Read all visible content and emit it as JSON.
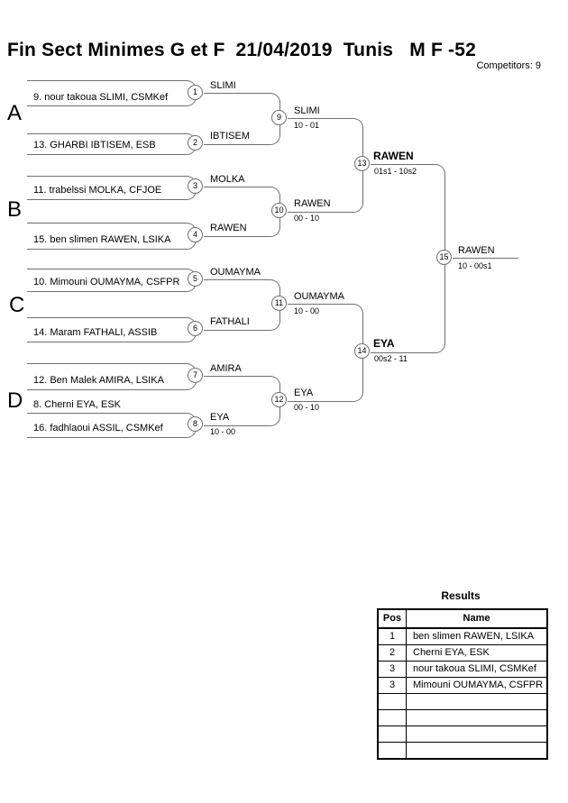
{
  "header": {
    "title": "Fin Sect Minimes G et F  21/04/2019  Tunis   M F -52",
    "competitors_label": "Competitors: 9"
  },
  "bracket": {
    "groups": [
      {
        "label": "A"
      },
      {
        "label": "B"
      },
      {
        "label": "C"
      },
      {
        "label": "D"
      }
    ],
    "round1": [
      {
        "match": "1",
        "name": "9. nour takoua SLIMI, CSMKef",
        "winner": "SLIMI"
      },
      {
        "match": "2",
        "name": "13. GHARBI IBTISEM, ESB",
        "winner": "IBTISEM"
      },
      {
        "match": "3",
        "name": "11. trabelssi MOLKA, CFJOE",
        "winner": "MOLKA"
      },
      {
        "match": "4",
        "name": "15. ben slimen RAWEN, LSIKA",
        "winner": "RAWEN"
      },
      {
        "match": "5",
        "name": "10. Mimouni OUMAYMA, CSFPR",
        "winner": "OUMAYMA"
      },
      {
        "match": "6",
        "name": "14. Maram FATHALI, ASSIB",
        "winner": "FATHALI"
      },
      {
        "match": "7",
        "name": "12. Ben Malek AMIRA, LSIKA",
        "winner": "AMIRA"
      },
      {
        "match": "8",
        "top_name": "8. Cherni EYA, ESK",
        "name": "16. fadhlaoui ASSIL, CSMKef",
        "winner": "EYA",
        "score": "10 - 00"
      }
    ],
    "round2": [
      {
        "match": "9",
        "winner": "SLIMI",
        "score": "10 - 01"
      },
      {
        "match": "10",
        "winner": "RAWEN",
        "score": "00 - 10"
      },
      {
        "match": "11",
        "winner": "OUMAYMA",
        "score": "10 - 00"
      },
      {
        "match": "12",
        "winner": "EYA",
        "score": "00 - 10"
      }
    ],
    "semifinals": [
      {
        "match": "13",
        "winner": "RAWEN",
        "score": "01s1 - 10s2"
      },
      {
        "match": "14",
        "winner": "EYA",
        "score": "00s2 - 11"
      }
    ],
    "final": {
      "match": "15",
      "winner": "RAWEN",
      "score": "10 - 00s1"
    }
  },
  "results": {
    "title": "Results",
    "columns": [
      "Pos",
      "Name"
    ],
    "rows": [
      {
        "pos": "1",
        "name": "ben slimen RAWEN, LSIKA"
      },
      {
        "pos": "2",
        "name": "Cherni EYA, ESK"
      },
      {
        "pos": "3",
        "name": "nour takoua SLIMI, CSMKef"
      },
      {
        "pos": "3",
        "name": "Mimouni OUMAYMA, CSFPR"
      },
      {
        "pos": "",
        "name": ""
      },
      {
        "pos": "",
        "name": ""
      },
      {
        "pos": "",
        "name": ""
      },
      {
        "pos": "",
        "name": ""
      }
    ]
  },
  "colors": {
    "bracket_line": "#6f6f6f",
    "table_border": "#000000",
    "text": "#000000",
    "background": "#ffffff"
  }
}
